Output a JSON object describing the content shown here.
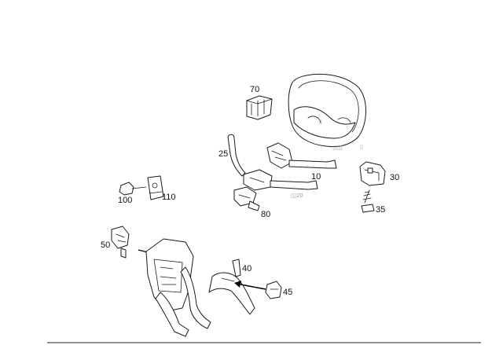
{
  "callouts": [
    {
      "id": "70",
      "text": "70"
    },
    {
      "id": "25",
      "text": "25"
    },
    {
      "id": "10",
      "text": "10"
    },
    {
      "id": "30",
      "text": "30"
    },
    {
      "id": "35",
      "text": "35"
    },
    {
      "id": "100",
      "text": "100"
    },
    {
      "id": "110",
      "text": "110"
    },
    {
      "id": "80",
      "text": "80"
    },
    {
      "id": "50",
      "text": "50"
    },
    {
      "id": "40",
      "text": "40"
    },
    {
      "id": "45",
      "text": "45"
    }
  ],
  "faint_marks": {
    "wheel_a": "▯▯▯",
    "wheel_b": "▯",
    "switch_mark": "▯▯20"
  }
}
